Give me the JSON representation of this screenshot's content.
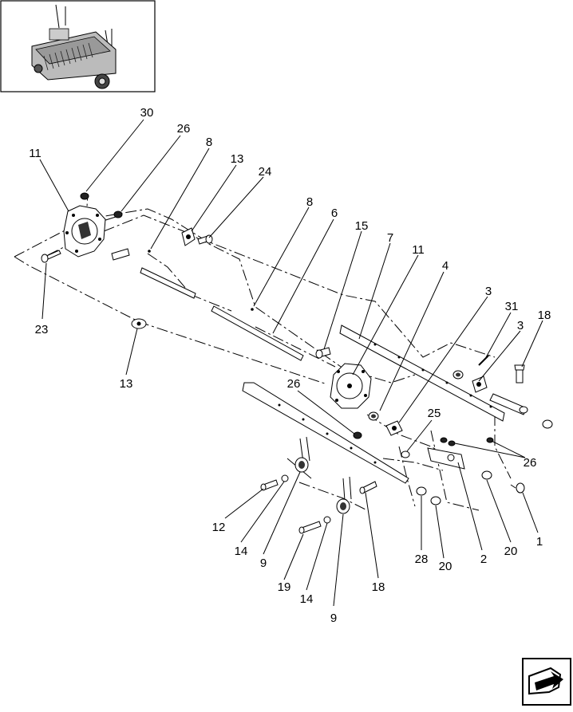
{
  "thumbnail": {
    "icon": "baler-machine-icon"
  },
  "nav": {
    "icon": "next-page-arrow-icon"
  },
  "callouts": [
    "30",
    "26",
    "8",
    "13",
    "24",
    "11",
    "8",
    "6",
    "15",
    "7",
    "11",
    "4",
    "3",
    "31",
    "18",
    "3",
    "23",
    "13",
    "26",
    "25",
    "26",
    "12",
    "14",
    "9",
    "19",
    "14",
    "18",
    "9",
    "28",
    "20",
    "2",
    "20",
    "1"
  ]
}
